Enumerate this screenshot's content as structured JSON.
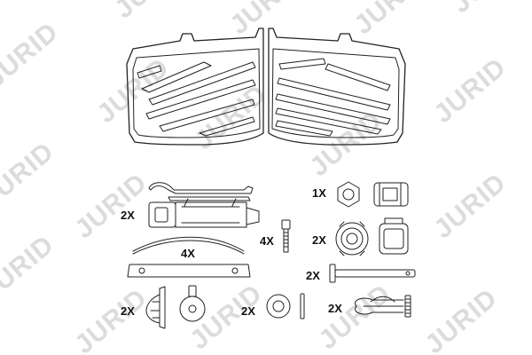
{
  "watermark": {
    "brand": "JURID"
  },
  "labels": {
    "spring_clip_qty": "2X",
    "bolt_qty": "4X",
    "retaining_plate_qty": "4X",
    "nut_qty": "1X",
    "sensor_plug_qty": "2X",
    "pin_qty": "2X",
    "cap_qty": "2X",
    "washer_qty": "2X",
    "split_pin_qty": "2X"
  },
  "colors": {
    "line": "#222222",
    "watermark": "#dcdcdc",
    "background": "#ffffff"
  }
}
